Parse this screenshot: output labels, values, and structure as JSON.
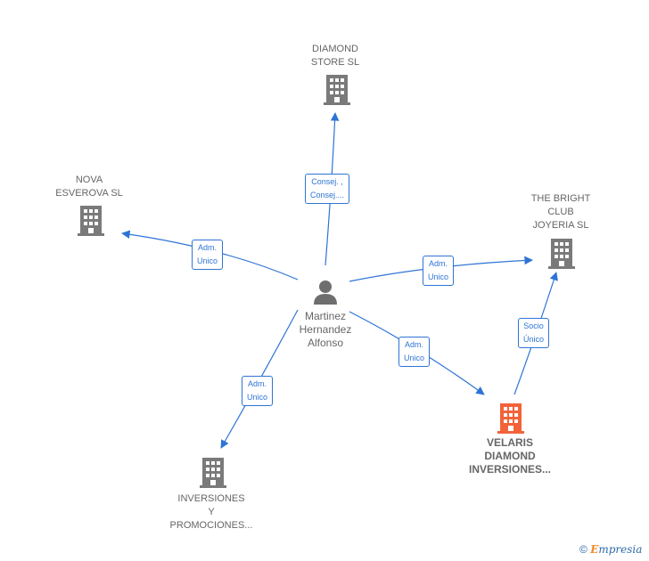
{
  "colors": {
    "edge": "#2e74d6",
    "company_icon": "#7a7a7a",
    "main_icon": "#f2633a",
    "person_icon": "#6e6e6e",
    "label_text": "#666666"
  },
  "nodes": {
    "diamond_store": {
      "label_lines": [
        "DIAMOND",
        "STORE SL"
      ]
    },
    "nova_esverova": {
      "label_lines": [
        "NOVA",
        "ESVEROVA SL"
      ]
    },
    "bright_club": {
      "label_lines": [
        "THE BRIGHT",
        "CLUB",
        "JOYERIA  SL"
      ]
    },
    "person": {
      "label_lines": [
        "Martinez",
        "Hernandez",
        "Alfonso"
      ]
    },
    "velaris": {
      "label_lines": [
        "VELARIS",
        "DIAMOND",
        "INVERSIONES..."
      ]
    },
    "inversiones": {
      "label_lines": [
        "INVERSIONES",
        "Y",
        "PROMOCIONES..."
      ]
    }
  },
  "edges": {
    "to_diamond": {
      "label_lines": [
        "Consej. ,",
        "Consej...."
      ]
    },
    "to_nova": {
      "label_lines": [
        "Adm.",
        "Unico"
      ]
    },
    "to_bright": {
      "label_lines": [
        "Adm.",
        "Unico"
      ]
    },
    "to_velaris": {
      "label_lines": [
        "Adm.",
        "Unico"
      ]
    },
    "to_inversiones": {
      "label_lines": [
        "Adm.",
        "Unico"
      ]
    },
    "velaris_to_bright": {
      "label_lines": [
        "Socio",
        "Único"
      ]
    }
  },
  "footer": {
    "copyright": "©",
    "brand_first": "E",
    "brand_rest": "mpresia"
  }
}
